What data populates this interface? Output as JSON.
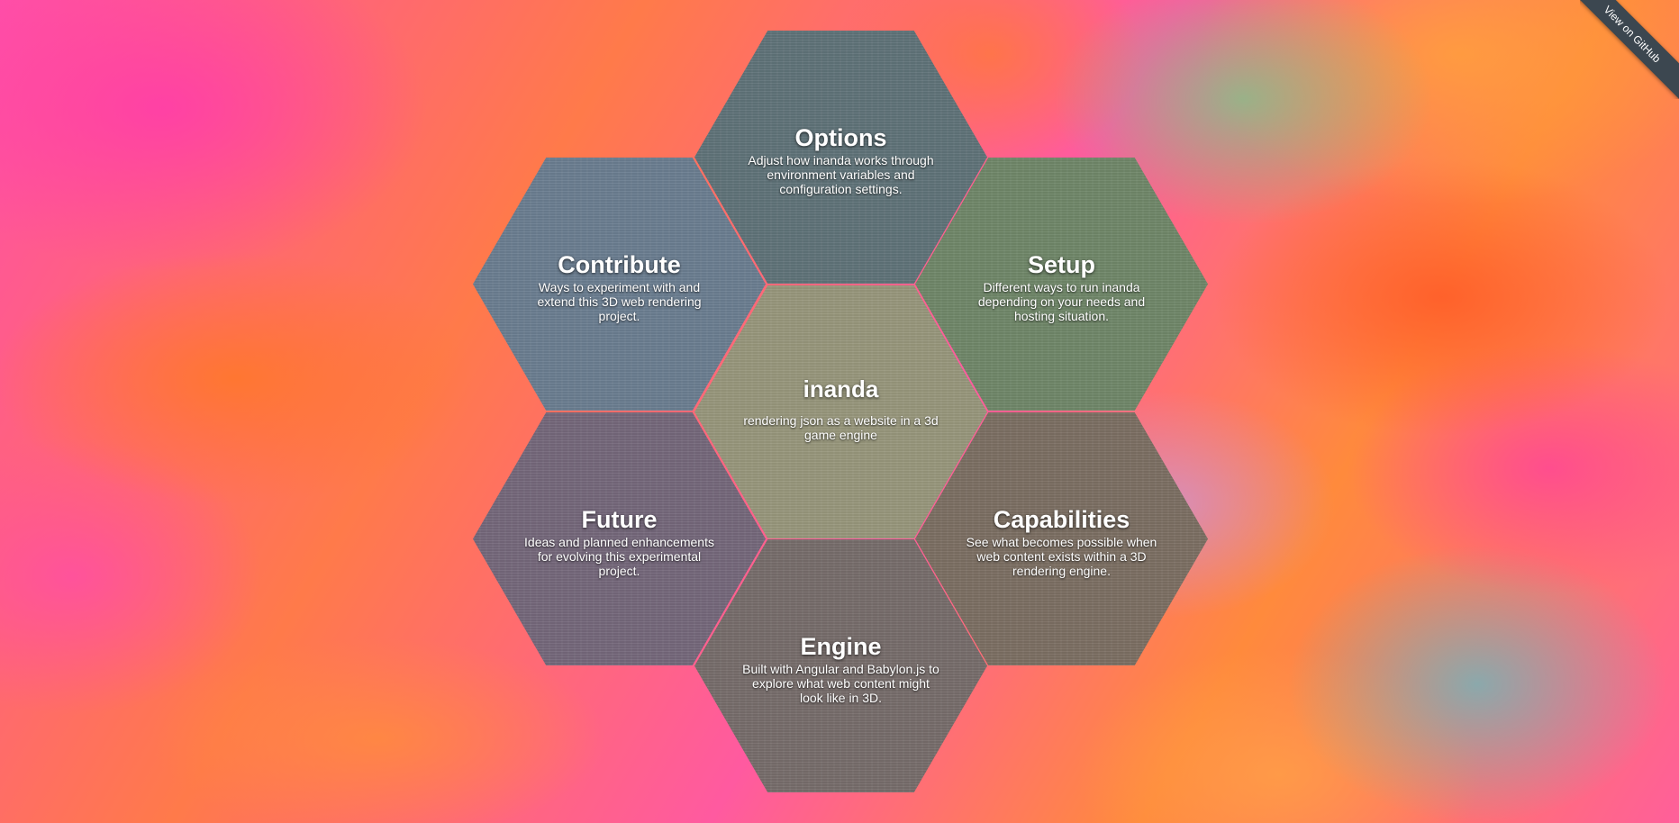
{
  "github_ribbon": {
    "label": "View on GitHub"
  },
  "hexagons": {
    "options": {
      "title": "Options",
      "description": "Adjust how inanda works through environment variables and configuration settings."
    },
    "contribute": {
      "title": "Contribute",
      "description": "Ways to experiment with and extend this 3D web rendering project."
    },
    "setup": {
      "title": "Setup",
      "description": "Different ways to run inanda depending on your needs and hosting situation."
    },
    "center": {
      "title": "inanda",
      "description": "rendering json as a website in a 3d game engine"
    },
    "future": {
      "title": "Future",
      "description": "Ideas and planned enhancements for evolving this experimental project."
    },
    "capabilities": {
      "title": "Capabilities",
      "description": "See what becomes possible when web content exists within a 3D rendering engine."
    },
    "engine": {
      "title": "Engine",
      "description": "Built with Angular and Babylon.js to explore what web content might look like in 3D."
    }
  },
  "colors": {
    "options": "#5f7278",
    "contribute": "#6a7d90",
    "setup": "#6f8668",
    "center": "#97967b",
    "future": "#74677a",
    "capabilities": "#7b6e62",
    "engine": "#766c6a",
    "ribbon": "#3c4750"
  }
}
